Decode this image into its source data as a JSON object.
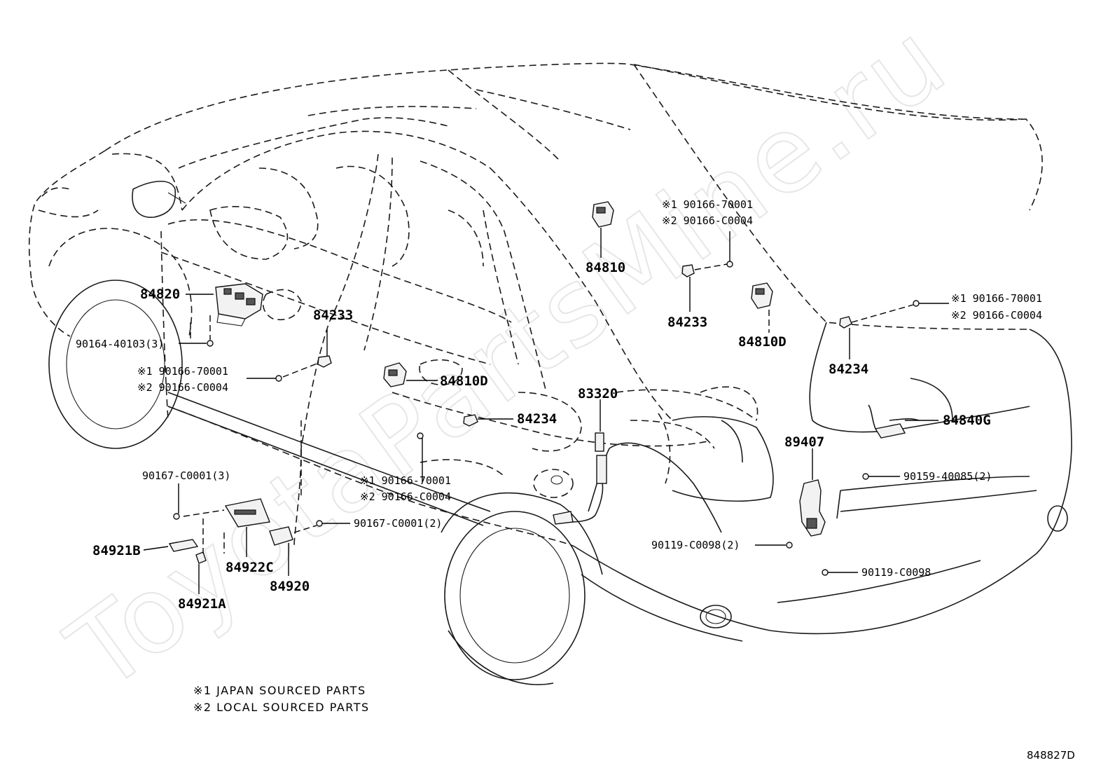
{
  "watermark": "ToyotaPartsMine.ru",
  "labels": {
    "p84810": "84810",
    "p84810D_top": "84810D",
    "p84810D_mid": "84810D",
    "p84820": "84820",
    "p84233_left": "84233",
    "p84233_right": "84233",
    "p84234_left": "84234",
    "p84234_right": "84234",
    "p83320": "83320",
    "p84840G": "84840G",
    "p89407": "89407",
    "p84921B": "84921B",
    "p84921A": "84921A",
    "p84922C": "84922C",
    "p84920": "84920"
  },
  "fastener_labels": {
    "f90164": "90164-40103(3)",
    "pair_top_1": "※1 90166-70001",
    "pair_top_2": "※2 90166-C0004",
    "pair_right_1": "※1 90166-70001",
    "pair_right_2": "※2 90166-C0004",
    "pair_left_1": "※1 90166-70001",
    "pair_left_2": "※2 90166-C0004",
    "pair_mid_1": "※1 90166-70001",
    "pair_mid_2": "※2 90166-C0004",
    "f90167_top": "90167-C0001(3)",
    "f90167_mid": "90167-C0001(2)",
    "f90159": "90159-40085(2)",
    "f90119_2": "90119-C0098(2)",
    "f90119": "90119-C0098"
  },
  "notes": {
    "note1": "※1 JAPAN SOURCED PARTS",
    "note2": "※2 LOCAL SOURCED PARTS"
  },
  "diagram_code": "848827D"
}
